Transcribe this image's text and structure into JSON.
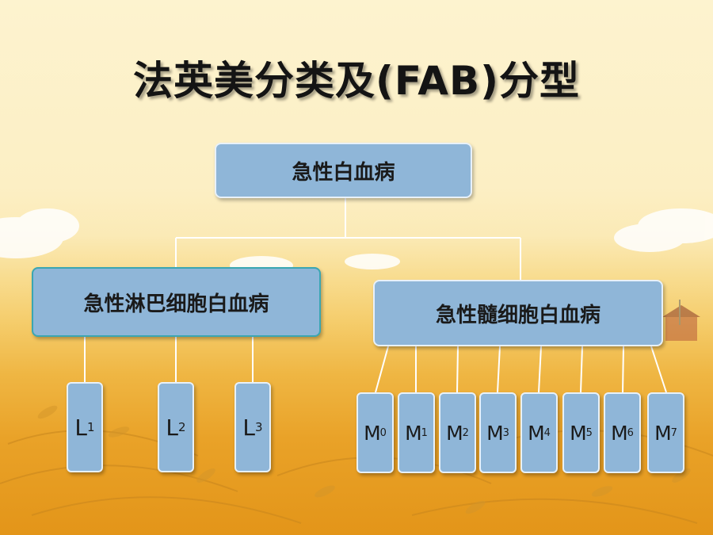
{
  "slide": {
    "title": "法英美分类及(FAB)分型",
    "root": {
      "label": "急性白血病"
    },
    "branches": [
      {
        "label": "急性淋巴细胞白血病",
        "leaves": [
          {
            "letter": "L",
            "sub": "1"
          },
          {
            "letter": "L",
            "sub": "2"
          },
          {
            "letter": "L",
            "sub": "3"
          }
        ]
      },
      {
        "label": "急性髓细胞白血病",
        "leaves": [
          {
            "letter": "M",
            "sub": "0"
          },
          {
            "letter": "M",
            "sub": "1"
          },
          {
            "letter": "M",
            "sub": "2"
          },
          {
            "letter": "M",
            "sub": "3"
          },
          {
            "letter": "M",
            "sub": "4"
          },
          {
            "letter": "M",
            "sub": "5"
          },
          {
            "letter": "M",
            "sub": "6"
          },
          {
            "letter": "M",
            "sub": "7"
          }
        ]
      }
    ]
  },
  "colors": {
    "box_fill": "#8fb6d8",
    "box_border": "#e8f1f9",
    "connector": "#ffffff",
    "title_text": "#141414"
  }
}
